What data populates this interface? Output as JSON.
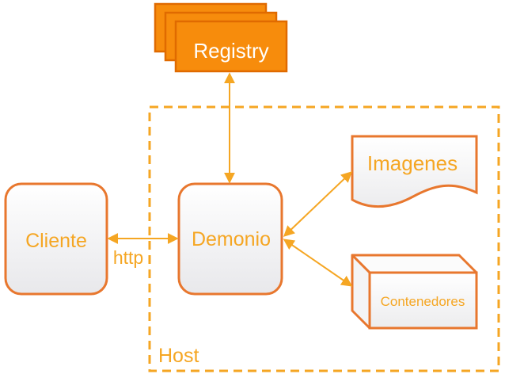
{
  "colors": {
    "accent": "#f5a623",
    "node_border": "#e8772e",
    "registry_fill": "#f78c0c",
    "registry_border": "#e06a00",
    "text": "#f5a623",
    "text_on_accent": "#ffffff",
    "node_fill_top": "#ffffff",
    "node_fill_bottom": "#e9e9ec"
  },
  "nodes": {
    "registry": "Registry",
    "client": "Cliente",
    "daemon": "Demonio",
    "images": "Imagenes",
    "containers": "Contenedores"
  },
  "host_label": "Host",
  "http_label": "http"
}
